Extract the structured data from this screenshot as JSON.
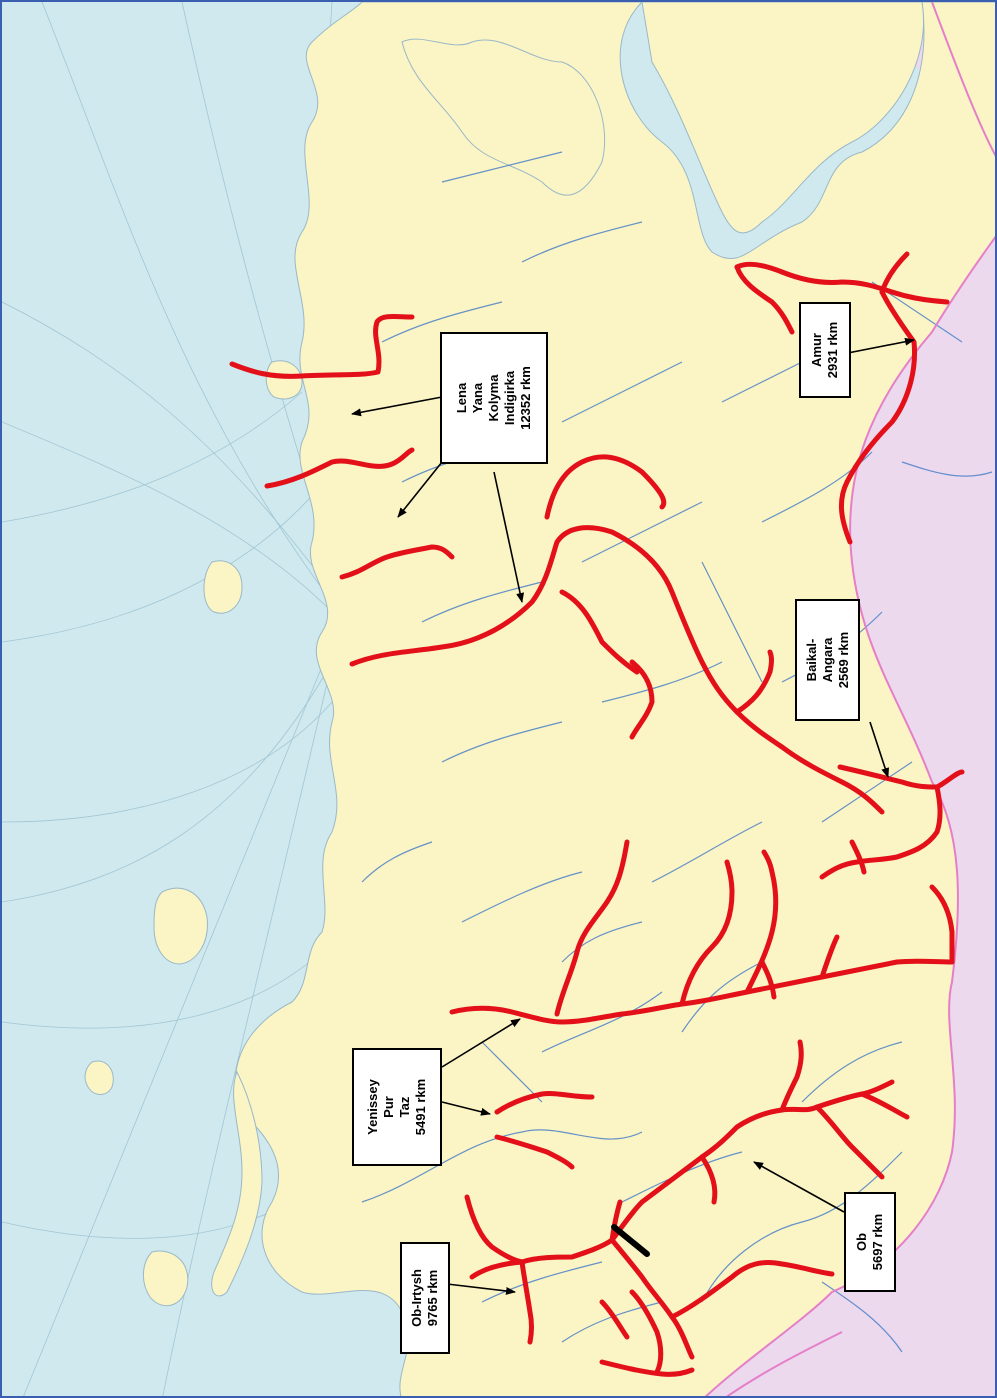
{
  "colors": {
    "sea": "#cfe9ee",
    "land": "#fbf4c4",
    "foreign_land": "#ecd9ee",
    "navigable_river": "#e3101a",
    "minor_river": "#4a80c8",
    "border": "#e57fc7",
    "graticule": "#8fb6c9",
    "frame": "#3a5fb0"
  },
  "icons": [
    "arrow-icon",
    "river-barrier-icon"
  ],
  "labels": [
    {
      "id": "lena",
      "lines": [
        "Lena",
        "Yana",
        "Kolyma",
        "Indigirka",
        "12352 rkm"
      ]
    },
    {
      "id": "amur",
      "lines": [
        "Amur",
        "2931 rkm"
      ]
    },
    {
      "id": "baikal",
      "lines": [
        "Baikal-",
        "Angara",
        "2569 rkm"
      ]
    },
    {
      "id": "yenissey",
      "lines": [
        "Yenissey",
        "Pur",
        "Taz",
        "5491 rkm"
      ]
    },
    {
      "id": "ob-irtysh",
      "lines": [
        "Ob-Irtysh",
        "9765 rkm"
      ]
    },
    {
      "id": "ob",
      "lines": [
        "Ob",
        "5697 rkm"
      ]
    }
  ]
}
